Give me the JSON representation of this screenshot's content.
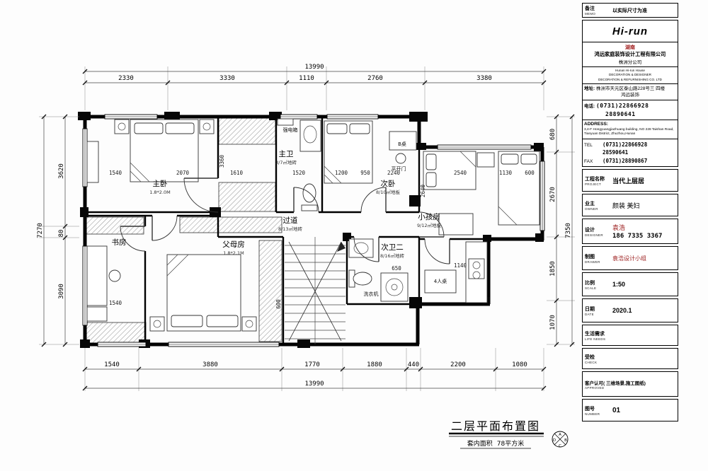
{
  "sheet": {
    "drawing_title": "二层平面布置图",
    "area_label": "套内面积",
    "area_value": "78平方米",
    "index_letters": [
      "A",
      "B",
      "C",
      "D"
    ]
  },
  "dims": {
    "top_total": "13990",
    "top": [
      "2330",
      "3330",
      "1110",
      "2760",
      "3380"
    ],
    "left": [
      "3620",
      "80",
      "3090"
    ],
    "left_total": "7270",
    "right": [
      "680",
      "2670",
      "1850",
      "1070"
    ],
    "right_total": "7350",
    "bottom": [
      "1540",
      "3880",
      "1770",
      "1880",
      "440",
      "2200",
      "1080"
    ],
    "bottom_total": "13990",
    "interior": [
      "1540",
      "2070",
      "1610",
      "1520",
      "1200",
      "950",
      "2240",
      "3360",
      "2540",
      "1130",
      "600",
      "2640",
      "1540",
      "650",
      "1140",
      "600"
    ]
  },
  "rooms": {
    "master": {
      "name": "主卧",
      "note": "1.8*2.0M"
    },
    "master_bath": {
      "name": "主卫",
      "note": "3/7㎡地砖"
    },
    "second_bed": {
      "name": "次卧",
      "note": "8/10㎡地板"
    },
    "study": {
      "name": "书房"
    },
    "hallway": {
      "name": "过道",
      "note": "8/13㎡地砖"
    },
    "kids": {
      "name": "小孩房",
      "note": "9/12㎡地板"
    },
    "parents": {
      "name": "父母房",
      "note": "1.8*2.1M"
    },
    "bath2": {
      "name": "次卫二",
      "note": "8/16㎡地砖"
    },
    "desk_b": "B桌",
    "door_note": "平开门",
    "elec_box": "强电箱",
    "washer": "洗衣机",
    "table4": "4人桌"
  },
  "title_block": {
    "memo_label": "备注",
    "memo_label_en": "MEMO",
    "memo_value": "以实际尺寸为准",
    "logo": "Hi-run",
    "region": "湖南",
    "company_cn": "鸿远家庭装饰设计工程有限公司",
    "branch_cn": "株洲分公司",
    "company_en1": "Hunan  Hi-run  House",
    "company_en2": "DECORATION & DESIGNER",
    "company_en3": "DECORATION & REFURNISHING CO. LTD",
    "address_label": "地址:",
    "address_value": "株洲市天元区泰山路228号三 四楼",
    "address_value2": "鸿远装饰",
    "phone_label": "电话:",
    "phone1": "(0731)22866928",
    "phone2": "28890641",
    "address_en_label": "ADDRESS:",
    "address_en": "3,4-F Hongyuangjiazhuang building, NO 228 Taishan Road, Tianyuan District, Zhuzhou,Hunan",
    "tel_label": "TEL",
    "tel1": "(0731)22866928",
    "tel2": "28590641",
    "fax_label": "FAX",
    "fax": "(0731)28890867",
    "project_label": "工程名称",
    "project_label_en": "PROJECT",
    "project_value": "当代上层居",
    "owner_label": "业主",
    "owner_label_en": "OWNER",
    "owner_value": "颜装 美妇",
    "designer_label": "设计",
    "designer_label_en": "DESIGNER",
    "designer_name": "袁浩",
    "designer_phone": "186 7335 3367",
    "drawer_label": "制图",
    "drawer_label_en": "DRAWER",
    "drawer_value": "袁浩设计小组",
    "scale_label": "比例",
    "scale_label_en": "SCALE",
    "scale_value": "1:50",
    "date_label": "日期",
    "date_label_en": "DATE",
    "date_value": "2020.1",
    "life_label": "生活需求",
    "life_label_en": "LIFE NEEDS",
    "check_label": "受检",
    "check_label_en": "CHECK",
    "approved_label": "客户认可( 三维场景,施工图纸)",
    "approved_label_en": "APPROVED",
    "number_label": "图号",
    "number_label_en": "NUMBER",
    "number_value": "01"
  }
}
